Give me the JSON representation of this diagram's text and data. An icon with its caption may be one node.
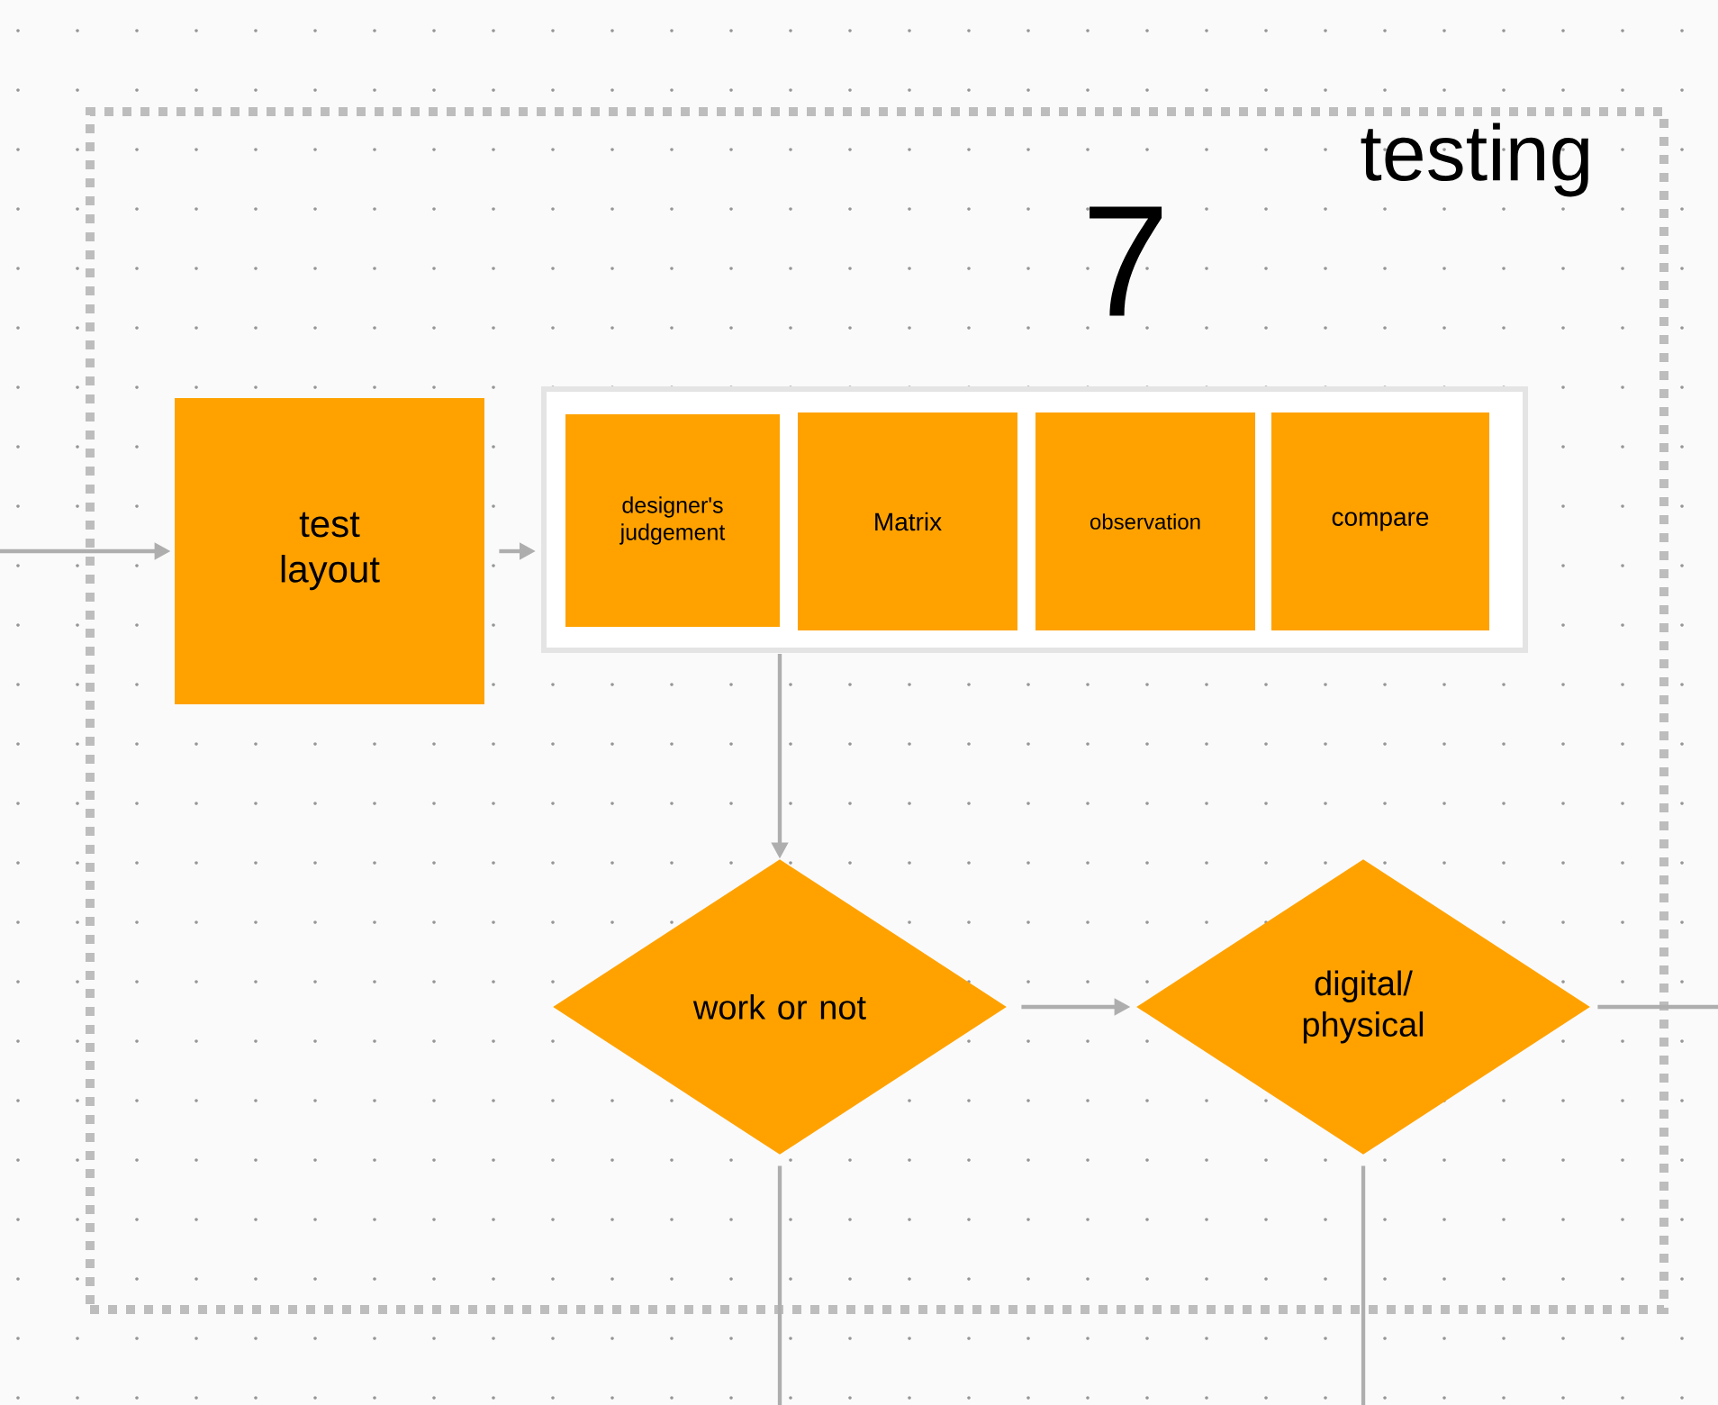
{
  "diagram": {
    "nodes": [
      {
        "text": [
          "testing"
        ]
      },
      {
        "text": [
          "test layout"
        ],
        "in": 0
      },
      {
        "text": [],
        "shape": "box",
        "in": 0
      },
      {
        "text": [
          "designer's judgement"
        ],
        "in": 2
      },
      {
        "text": [
          "Matrix"
        ],
        "in": 2
      },
      {
        "text": [
          "observation"
        ],
        "in": 2
      },
      {
        "text": [
          "compare"
        ],
        "in": 2
      },
      {
        "text": [
          "work or not"
        ],
        "in": 0
      },
      {
        "text": [
          "digital/ physical"
        ],
        "in": 0
      }
    ],
    "edges": [
      {
        "from": null,
        "to": 1,
        "arrow": "to"
      },
      {
        "from": 1,
        "to": 2,
        "arrow": "to"
      },
      {
        "from": 2,
        "to": 7,
        "arrow": "to"
      },
      {
        "from": 7,
        "to": 8,
        "arrow": "to"
      },
      {
        "from": 8,
        "to": null,
        "arrow": "none"
      },
      {
        "from": 7,
        "to": null,
        "arrow": "none"
      },
      {
        "from": 8,
        "to": null,
        "arrow": "none"
      }
    ],
    "labels": [
      "7"
    ]
  }
}
